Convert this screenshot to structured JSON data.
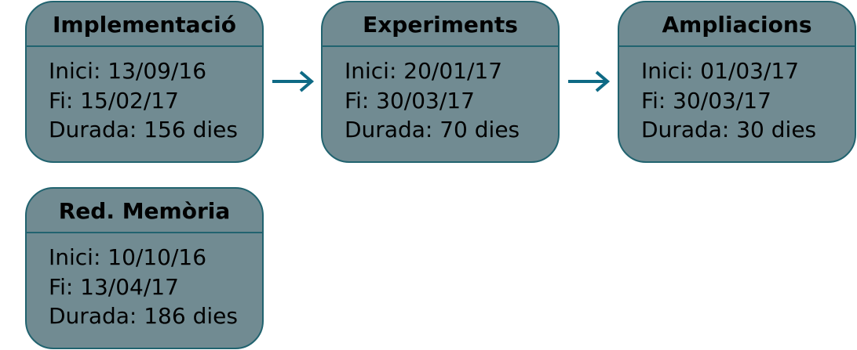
{
  "colors": {
    "box_fill": "#718b92",
    "box_border": "#21636f",
    "arrow": "#0e6a85",
    "text": "#000000"
  },
  "tasks": [
    {
      "title": "Implementació",
      "start": "Inici: 13/09/16",
      "end": "Fi: 15/02/17",
      "duration": "Durada: 156 dies"
    },
    {
      "title": "Experiments",
      "start": "Inici: 20/01/17",
      "end": "Fi: 30/03/17",
      "duration": "Durada: 70 dies"
    },
    {
      "title": "Ampliacions",
      "start": "Inici: 01/03/17",
      "end": "Fi: 30/03/17",
      "duration": "Durada: 30 dies"
    },
    {
      "title": "Red. Memòria",
      "start": "Inici: 10/10/16",
      "end": "Fi: 13/04/17",
      "duration": "Durada: 186 dies"
    }
  ],
  "connections": [
    {
      "from": "Implementació",
      "to": "Experiments",
      "icon": "arrow-right-icon"
    },
    {
      "from": "Experiments",
      "to": "Ampliacions",
      "icon": "arrow-right-icon"
    }
  ]
}
